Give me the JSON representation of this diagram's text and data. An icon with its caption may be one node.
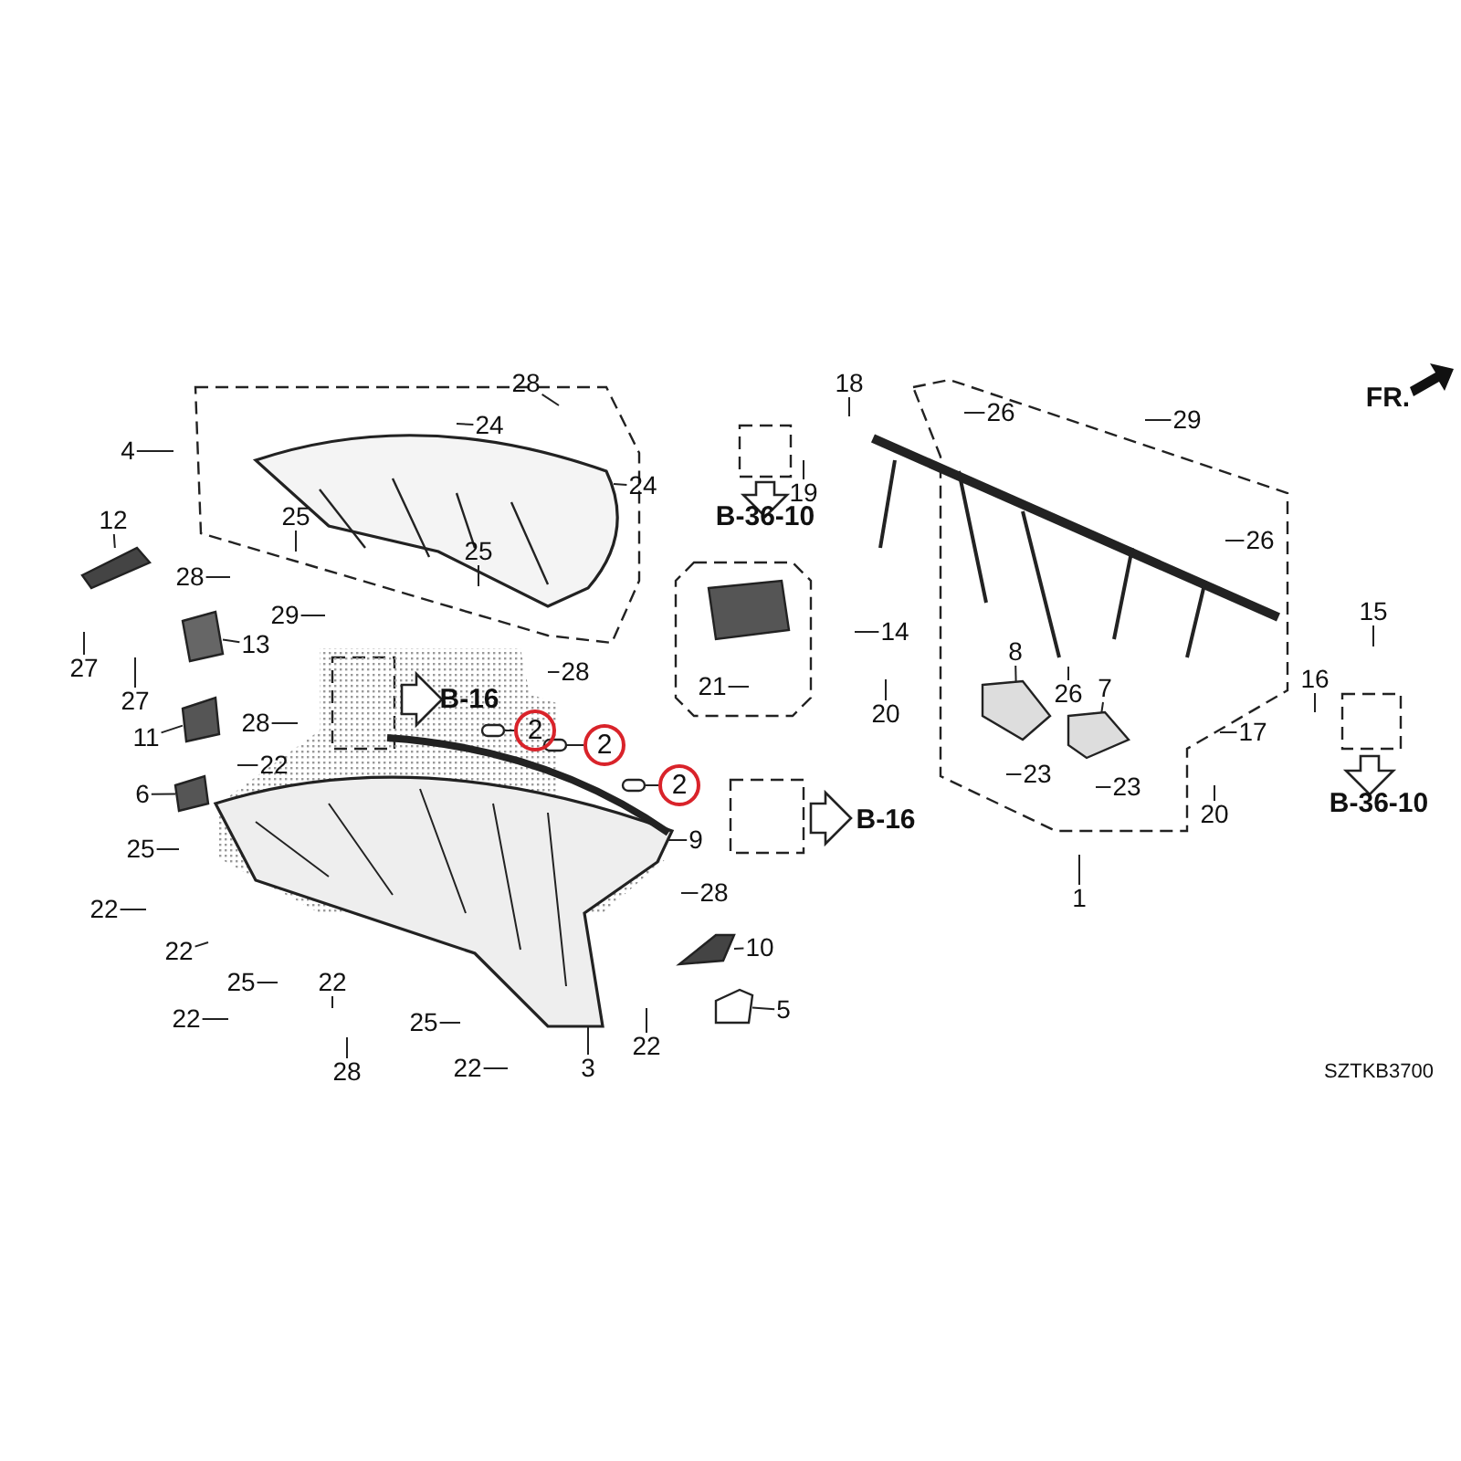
{
  "diagram": {
    "nodes": [
      {
        "text": [
          "28"
        ]
      },
      {
        "text": [
          "24"
        ]
      },
      {
        "text": [
          "18"
        ]
      },
      {
        "text": [
          "26"
        ]
      },
      {
        "text": [
          "29"
        ]
      },
      {
        "text": [
          "4"
        ]
      },
      {
        "text": [
          "24"
        ]
      },
      {
        "text": [
          "19"
        ]
      },
      {
        "text": [
          "25"
        ]
      },
      {
        "text": [
          "12"
        ]
      },
      {
        "text": [
          "25"
        ]
      },
      {
        "text": [
          "26"
        ]
      },
      {
        "text": [
          "28"
        ]
      },
      {
        "text": [
          "14"
        ]
      },
      {
        "text": [
          "29"
        ]
      },
      {
        "text": [
          "15"
        ]
      },
      {
        "text": [
          "27"
        ]
      },
      {
        "text": [
          "13"
        ]
      },
      {
        "text": [
          "27"
        ]
      },
      {
        "text": [
          "28"
        ]
      },
      {
        "text": [
          "21"
        ]
      },
      {
        "text": [
          "8"
        ]
      },
      {
        "text": [
          "7"
        ]
      },
      {
        "text": [
          "26"
        ]
      },
      {
        "text": [
          "16"
        ]
      },
      {
        "text": [
          "20"
        ]
      },
      {
        "text": [
          "28"
        ]
      },
      {
        "text": [
          "17"
        ]
      },
      {
        "text": [
          "11"
        ]
      },
      {
        "text": [
          "2"
        ]
      },
      {
        "text": [
          "22"
        ]
      },
      {
        "text": [
          "2"
        ]
      },
      {
        "text": [
          "6"
        ]
      },
      {
        "text": [
          "23"
        ]
      },
      {
        "text": [
          "23"
        ]
      },
      {
        "text": [
          "2"
        ]
      },
      {
        "text": [
          "20"
        ]
      },
      {
        "text": [
          "9"
        ]
      },
      {
        "text": [
          "25"
        ]
      },
      {
        "text": [
          "1"
        ]
      },
      {
        "text": [
          "22"
        ]
      },
      {
        "text": [
          "28"
        ]
      },
      {
        "text": [
          "10"
        ]
      },
      {
        "text": [
          "22"
        ]
      },
      {
        "text": [
          "22"
        ]
      },
      {
        "text": [
          "25"
        ]
      },
      {
        "text": [
          "5"
        ]
      },
      {
        "text": [
          "22"
        ]
      },
      {
        "text": [
          "25"
        ]
      },
      {
        "text": [
          "22"
        ]
      },
      {
        "text": [
          "28"
        ]
      },
      {
        "text": [
          "22"
        ]
      },
      {
        "text": [
          "3"
        ]
      },
      {
        "text": [],
        "shape": "picture"
      },
      {
        "text": [],
        "shape": "picture"
      },
      {
        "text": [],
        "shape": "picture"
      },
      {
        "text": [],
        "shape": "picture"
      },
      {
        "text": [],
        "shape": "picture"
      },
      {
        "text": [],
        "shape": "picture"
      },
      {
        "text": [],
        "shape": "picture"
      },
      {
        "text": [],
        "shape": "box"
      },
      {
        "text": [],
        "shape": "box"
      },
      {
        "text": [],
        "shape": "box"
      },
      {
        "text": [],
        "shape": "box"
      }
    ],
    "edges": [
      {
        "from": 0,
        "to": null,
        "arrow": "none"
      },
      {
        "from": 1,
        "to": null,
        "arrow": "none"
      },
      {
        "from": 2,
        "to": null,
        "arrow": "none"
      },
      {
        "from": 3,
        "to": null,
        "arrow": "none"
      },
      {
        "from": 4,
        "to": null,
        "arrow": "none"
      },
      {
        "from": 5,
        "to": null,
        "arrow": "none"
      },
      {
        "from": 6,
        "to": null,
        "arrow": "none"
      },
      {
        "from": 7,
        "to": null,
        "arrow": "none"
      },
      {
        "from": 8,
        "to": null,
        "arrow": "none"
      },
      {
        "from": 9,
        "to": 53,
        "arrow": "none"
      },
      {
        "from": 10,
        "to": null,
        "arrow": "none"
      },
      {
        "from": 11,
        "to": null,
        "arrow": "none"
      },
      {
        "from": 12,
        "to": null,
        "arrow": "none"
      },
      {
        "from": 13,
        "to": null,
        "arrow": "none"
      },
      {
        "from": 14,
        "to": null,
        "arrow": "none"
      },
      {
        "from": 15,
        "to": null,
        "arrow": "none"
      },
      {
        "from": 16,
        "to": null,
        "arrow": "none"
      },
      {
        "from": 17,
        "to": 54,
        "arrow": "none"
      },
      {
        "from": 18,
        "to": null,
        "arrow": "none"
      },
      {
        "from": 19,
        "to": null,
        "arrow": "none"
      },
      {
        "from": 20,
        "to": null,
        "arrow": "none"
      },
      {
        "from": 21,
        "to": 57,
        "arrow": "none"
      },
      {
        "from": 22,
        "to": 58,
        "arrow": "none"
      },
      {
        "from": 23,
        "to": null,
        "arrow": "none"
      },
      {
        "from": 24,
        "to": null,
        "arrow": "none"
      },
      {
        "from": 25,
        "to": null,
        "arrow": "none"
      },
      {
        "from": 26,
        "to": null,
        "arrow": "none"
      },
      {
        "from": 27,
        "to": null,
        "arrow": "none"
      },
      {
        "from": 28,
        "to": 55,
        "arrow": "none"
      },
      {
        "from": 29,
        "to": 61,
        "arrow": "none"
      },
      {
        "from": 30,
        "to": null,
        "arrow": "none"
      },
      {
        "from": 31,
        "to": 62,
        "arrow": "none"
      },
      {
        "from": 32,
        "to": 56,
        "arrow": "none"
      },
      {
        "from": 33,
        "to": null,
        "arrow": "none"
      },
      {
        "from": 34,
        "to": null,
        "arrow": "none"
      },
      {
        "from": 35,
        "to": 63,
        "arrow": "none"
      },
      {
        "from": 36,
        "to": null,
        "arrow": "none"
      },
      {
        "from": 37,
        "to": null,
        "arrow": "none"
      },
      {
        "from": 38,
        "to": null,
        "arrow": "none"
      },
      {
        "from": 39,
        "to": null,
        "arrow": "none"
      },
      {
        "from": 40,
        "to": null,
        "arrow": "none"
      },
      {
        "from": 41,
        "to": null,
        "arrow": "none"
      },
      {
        "from": 42,
        "to": 59,
        "arrow": "none"
      },
      {
        "from": 43,
        "to": null,
        "arrow": "none"
      },
      {
        "from": 44,
        "to": null,
        "arrow": "none"
      },
      {
        "from": 45,
        "to": null,
        "arrow": "none"
      },
      {
        "from": 46,
        "to": 60,
        "arrow": "none"
      },
      {
        "from": 47,
        "to": null,
        "arrow": "none"
      },
      {
        "from": 48,
        "to": null,
        "arrow": "none"
      },
      {
        "from": 49,
        "to": null,
        "arrow": "none"
      },
      {
        "from": 50,
        "to": null,
        "arrow": "none"
      },
      {
        "from": 51,
        "to": null,
        "arrow": "none"
      },
      {
        "from": 52,
        "to": null,
        "arrow": "none"
      }
    ],
    "labels": [
      "FR.",
      "B-36-10",
      "B-16",
      "B-16",
      "B-36-10",
      "SZTKB3700"
    ]
  }
}
